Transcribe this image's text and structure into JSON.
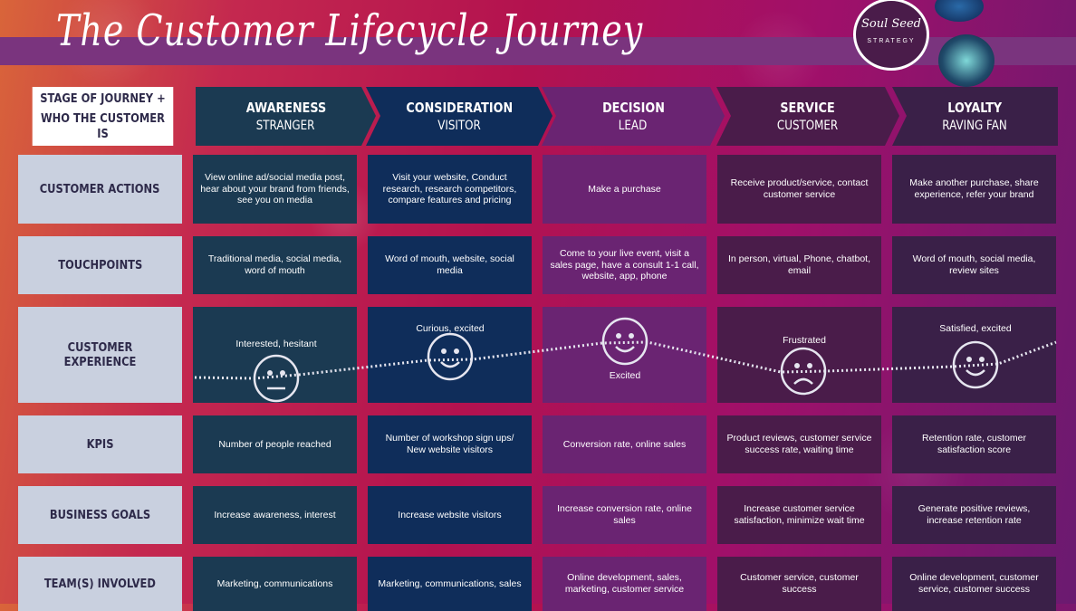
{
  "title": "The Customer Lifecycle Journey",
  "logo": {
    "line1": "Soul Seed",
    "line2": "STRATEGY"
  },
  "corner_label": [
    "STAGE OF JOURNEY +",
    "WHO THE CUSTOMER IS"
  ],
  "stages": [
    {
      "title": "AWARENESS",
      "customer": "STRANGER",
      "color": "#1b3a52"
    },
    {
      "title": "CONSIDERATION",
      "customer": "VISITOR",
      "color": "#0f2d5a"
    },
    {
      "title": "DECISION",
      "customer": "LEAD",
      "color": "#6a2472"
    },
    {
      "title": "SERVICE",
      "customer": "CUSTOMER",
      "color": "#4a1c4a"
    },
    {
      "title": "LOYALTY",
      "customer": "RAVING FAN",
      "color": "#3a2048"
    }
  ],
  "rows": [
    {
      "label": "CUSTOMER ACTIONS",
      "cells": [
        "View online ad/social media post, hear about your brand from friends, see you on media",
        "Visit your website, Conduct research, research competitors, compare features and pricing",
        "Make a purchase",
        "Receive product/service, contact customer service",
        "Make another purchase, share experience, refer your brand"
      ]
    },
    {
      "label": "TOUCHPOINTS",
      "cells": [
        "Traditional media, social media, word of mouth",
        "Word of mouth, website, social media",
        "Come to your live event, visit a sales page, have a consult 1-1 call, website, app, phone",
        "In person, virtual, Phone, chatbot, email",
        "Word of mouth, social media, review sites"
      ]
    },
    {
      "label": "CUSTOMER EXPERIENCE",
      "cells": [
        "Interested, hesitant",
        "Curious, excited",
        "Excited",
        "Frustrated",
        "Satisfied, excited"
      ],
      "moods": [
        "neutral",
        "happy",
        "happy",
        "sad",
        "happy"
      ]
    },
    {
      "label": "KPIS",
      "cells": [
        "Number of people reached",
        "Number of workshop sign ups/ New website visitors",
        "Conversion rate, online sales",
        "Product reviews, customer service success rate, waiting time",
        "Retention rate, customer satisfaction score"
      ]
    },
    {
      "label": "BUSINESS GOALS",
      "cells": [
        "Increase awareness, interest",
        "Increase website visitors",
        "Increase conversion rate, online sales",
        "Increase customer service satisfaction, minimize wait time",
        "Generate positive reviews, increase retention rate"
      ]
    },
    {
      "label": "TEAM(S) INVOLVED",
      "cells": [
        "Marketing, communications",
        "Marketing, communications, sales",
        "Online development, sales, marketing, customer service",
        "Customer service, customer success",
        "Online development, customer service, customer success"
      ]
    }
  ]
}
